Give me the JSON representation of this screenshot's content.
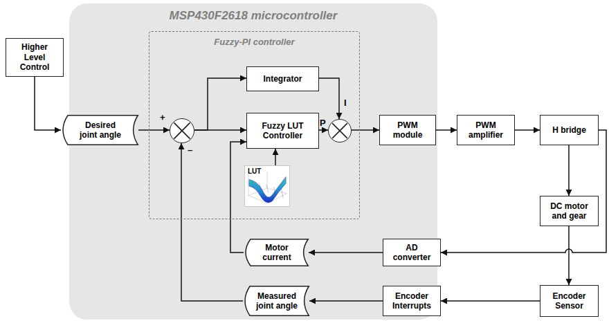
{
  "diagram": {
    "nodes": [
      {
        "text": [
          "MSP430F2618 microcontroller"
        ]
      },
      {
        "text": [
          "Fuzzy-PI controller"
        ],
        "in": 0
      },
      {
        "text": [
          "Higher Level Control"
        ]
      },
      {
        "text": [
          "Desired joint angle"
        ],
        "in": 0
      },
      {
        "text": [],
        "in": 1
      },
      {
        "text": [
          "Integrator"
        ],
        "in": 1
      },
      {
        "text": [
          "Fuzzy LUT Controller"
        ],
        "in": 1
      },
      {
        "text": [
          "LUT"
        ],
        "in": 1
      },
      {
        "text": [],
        "in": 1
      },
      {
        "text": [
          "PWM module"
        ],
        "in": 0
      },
      {
        "text": [
          "PWM amplifier"
        ]
      },
      {
        "text": [
          "H bridge"
        ]
      },
      {
        "text": [
          "DC motor and gear"
        ]
      },
      {
        "text": [
          "Motor current"
        ],
        "in": 0
      },
      {
        "text": [
          "AD converter"
        ]
      },
      {
        "text": [
          "Encoder Sensor"
        ]
      },
      {
        "text": [
          "Measured joint angle"
        ],
        "in": 0
      },
      {
        "text": [
          "Encoder Interrupts"
        ]
      }
    ],
    "edges": [
      {
        "from": 2,
        "to": 3,
        "arrow": "to"
      },
      {
        "from": 3,
        "to": 4,
        "label": "+",
        "arrow": "to"
      },
      {
        "from": 4,
        "to": 5,
        "arrow": "to"
      },
      {
        "from": 4,
        "to": 6,
        "arrow": "to"
      },
      {
        "from": 5,
        "to": 8,
        "label": "I",
        "arrow": "to"
      },
      {
        "from": 6,
        "to": 8,
        "label": "P",
        "arrow": "to"
      },
      {
        "from": 7,
        "to": 6,
        "arrow": "to"
      },
      {
        "from": 8,
        "to": 9,
        "arrow": "to"
      },
      {
        "from": 9,
        "to": 10,
        "arrow": "to"
      },
      {
        "from": 10,
        "to": 11,
        "arrow": "to"
      },
      {
        "from": 11,
        "to": 12,
        "arrow": "to"
      },
      {
        "from": 11,
        "to": 14,
        "arrow": "to"
      },
      {
        "from": 12,
        "to": 15,
        "arrow": "to"
      },
      {
        "from": 14,
        "to": 13,
        "arrow": "to"
      },
      {
        "from": 13,
        "to": 6,
        "arrow": "to"
      },
      {
        "from": 15,
        "to": 17,
        "arrow": "to"
      },
      {
        "from": 17,
        "to": 16,
        "arrow": "to"
      },
      {
        "from": 16,
        "to": 4,
        "label": "–",
        "arrow": "to"
      }
    ]
  }
}
